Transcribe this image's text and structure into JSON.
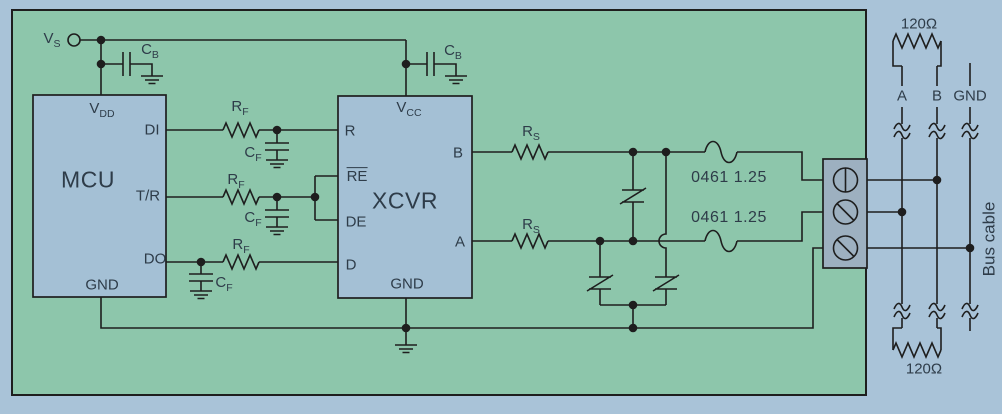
{
  "power": {
    "vs_label": {
      "main": "V",
      "sub": "S"
    },
    "bypass_cap_label": {
      "main": "C",
      "sub": "B"
    }
  },
  "mcu_block": {
    "title": "MCU",
    "pin_vdd": {
      "main": "V",
      "sub": "DD"
    },
    "pin_di": "DI",
    "pin_tr": "T/R",
    "pin_do": "DO",
    "pin_gnd": "GND"
  },
  "xcvr_block": {
    "title": "XCVR",
    "pin_vcc": {
      "main": "V",
      "sub": "CC"
    },
    "pin_r": "R",
    "pin_re": "RE",
    "pin_de": "DE",
    "pin_d": "D",
    "pin_b": "B",
    "pin_a": "A",
    "pin_gnd": "GND"
  },
  "passives": {
    "rf_label": {
      "main": "R",
      "sub": "F"
    },
    "cf_label": {
      "main": "C",
      "sub": "F"
    },
    "rs_label": {
      "main": "R",
      "sub": "S"
    }
  },
  "protection": {
    "fuse_label": "0461 1.25"
  },
  "bus": {
    "termination_label": "120Ω",
    "line_a": "A",
    "line_b": "B",
    "line_gnd": "GND",
    "cable_label": "Bus cable"
  },
  "colors": {
    "background_blue": "#a9c3d8",
    "panel_green": "#8dc6ab",
    "block_fill": "#a4c0d5",
    "terminal_fill": "#9db0c0",
    "line": "#1e1e1e",
    "text": "#2e3c49"
  }
}
